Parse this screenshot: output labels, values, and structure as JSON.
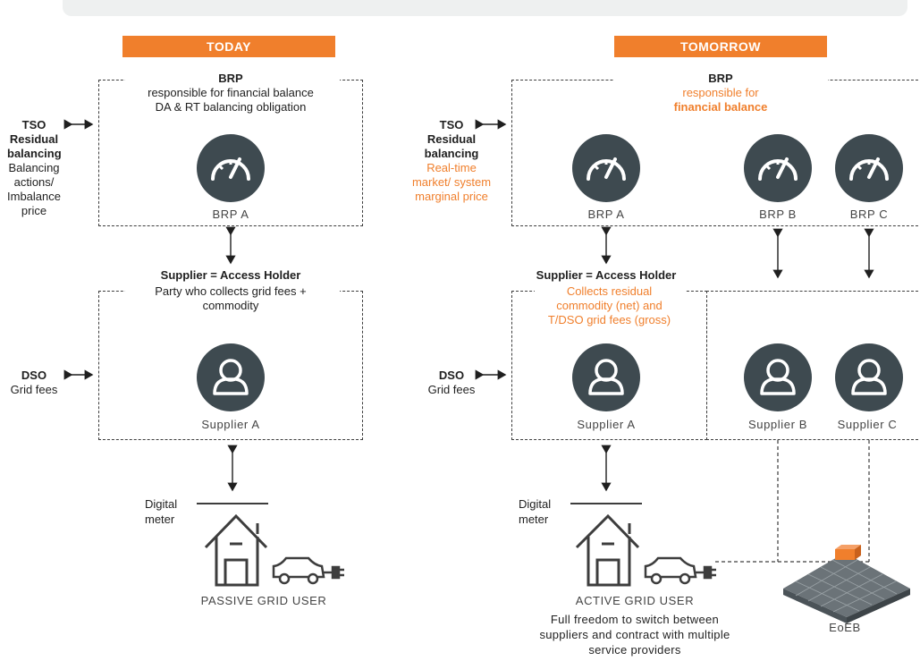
{
  "today": {
    "banner": "TODAY",
    "brp_title": "BRP",
    "brp_desc1": "responsible for financial balance",
    "brp_desc2": "DA & RT balancing obligation",
    "brp_label": "BRP A",
    "tso_title": "TSO",
    "tso_sub1": "Residual",
    "tso_sub2": "balancing",
    "tso_desc": [
      "Balancing",
      "actions/",
      "Imbalance",
      "price"
    ],
    "supplier_title": "Supplier = Access Holder",
    "supplier_desc1": "Party who collects grid fees +",
    "supplier_desc2": "commodity",
    "supplier_label": "Supplier A",
    "dso_title": "DSO",
    "dso_desc": "Grid fees",
    "meter1": "Digital",
    "meter2": "meter",
    "user_label": "PASSIVE GRID USER"
  },
  "tomorrow": {
    "banner": "TOMORROW",
    "brp_title": "BRP",
    "brp_desc1": "responsible for",
    "brp_desc2": "financial balance",
    "brp_labels": [
      "BRP A",
      "BRP B",
      "BRP C"
    ],
    "tso_title": "TSO",
    "tso_sub1": "Residual",
    "tso_sub2": "balancing",
    "tso_desc": [
      "Real-time",
      "market/ system",
      "marginal price"
    ],
    "supplier_title": "Supplier = Access Holder",
    "supplier_desc": [
      "Collects residual",
      "commodity (net) and",
      "T/DSO grid fees (gross)"
    ],
    "supplier_labels": [
      "Supplier A",
      "Supplier B",
      "Supplier C"
    ],
    "dso_title": "DSO",
    "dso_desc": "Grid fees",
    "meter1": "Digital",
    "meter2": "meter",
    "user_label": "ACTIVE GRID USER",
    "user_desc": [
      "Full freedom to switch between",
      "suppliers and contract with multiple",
      "service providers"
    ],
    "eoeb": "EoEB"
  },
  "colors": {
    "accent": "#f07f2c",
    "icon_bg": "#3e4a50",
    "line": "#3d3d3d"
  }
}
